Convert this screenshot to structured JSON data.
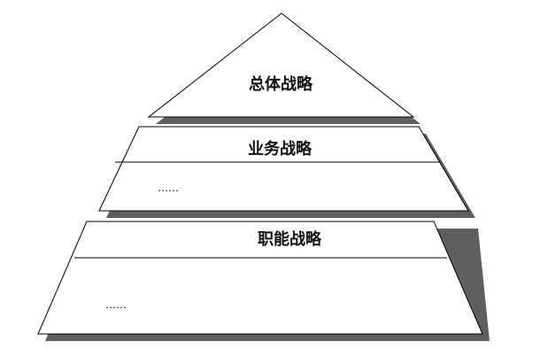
{
  "levels": [
    {
      "title": "总体战略"
    },
    {
      "title": "业务战略",
      "content": "……"
    },
    {
      "title": "职能战略",
      "content": "……"
    }
  ],
  "colors": {
    "shadow": "#5f5f5f",
    "stroke": "#000000",
    "fill": "#ffffff"
  }
}
